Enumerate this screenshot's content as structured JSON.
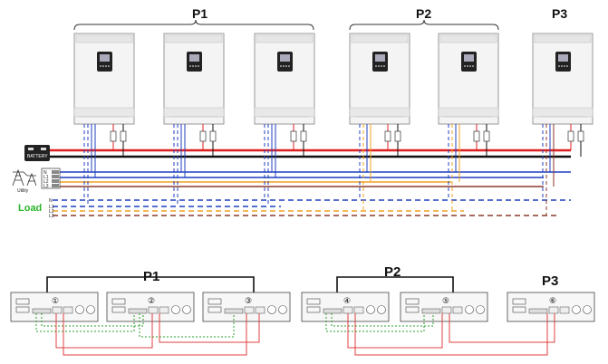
{
  "groups_top": [
    "P1",
    "P2",
    "P3"
  ],
  "groups_bottom": [
    "P1",
    "P2",
    "P3"
  ],
  "battery_label": "BATTERY",
  "utility_label": "Utility",
  "load_label": "Load",
  "ac_in_phase_labels": [
    "N",
    "L1",
    "L2",
    "L3"
  ],
  "ac_out_phase_labels": [
    "N",
    "L1",
    "L2",
    "L3"
  ],
  "unit_numbers": [
    "①",
    "②",
    "③",
    "④",
    "⑤",
    "⑥"
  ],
  "colors": {
    "battery_pos": "#e02020",
    "battery_neg": "#111111",
    "phase_n": "#1f3fbf",
    "phase_l1": "#1f3fbf",
    "phase_l2": "#f0a020",
    "phase_l3": "#8b3a2a",
    "load_green": "#2db52d",
    "sync_green": "#2aa02a",
    "current_red": "#e04040"
  }
}
